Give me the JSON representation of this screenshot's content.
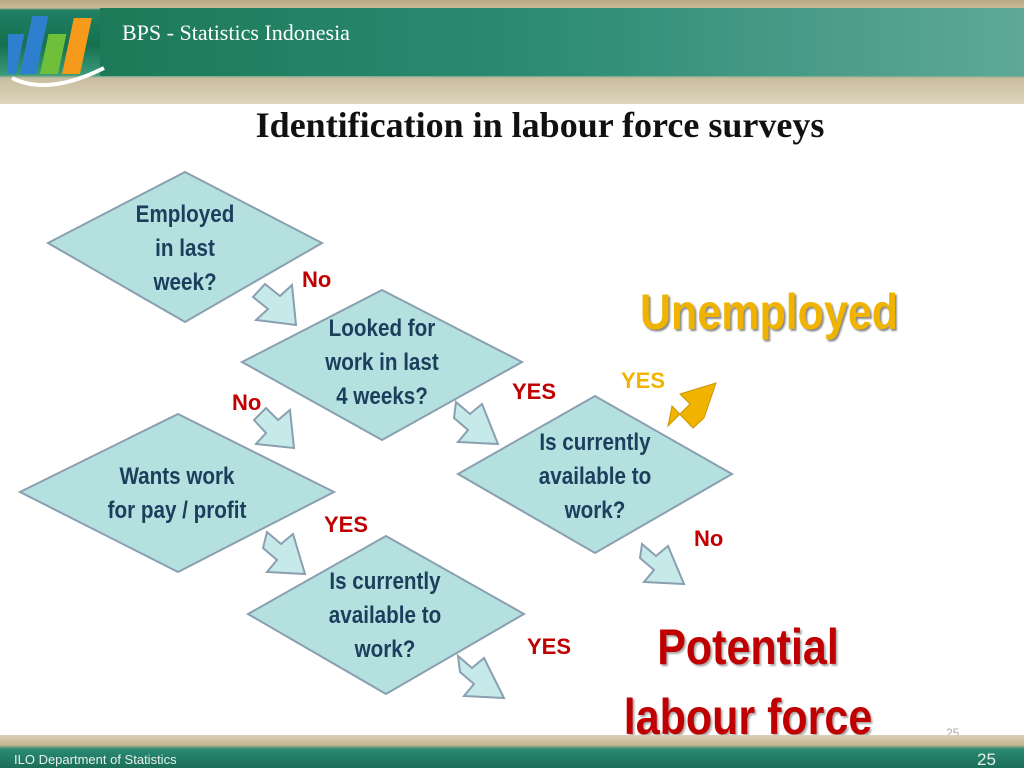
{
  "header": {
    "org_title": "BPS - Statistics Indonesia"
  },
  "slide": {
    "title": "Identification in labour force surveys"
  },
  "diagram": {
    "diamonds": [
      {
        "lines": [
          "Employed",
          "in last",
          "week?"
        ]
      },
      {
        "lines": [
          "Looked for",
          "work in last",
          "4 weeks?"
        ]
      },
      {
        "lines": [
          "Wants work",
          "for pay / profit"
        ]
      },
      {
        "lines": [
          "Is currently",
          "available to",
          "work?"
        ]
      },
      {
        "lines": [
          "Is currently",
          "available to",
          "work?"
        ]
      }
    ],
    "labels": {
      "no_1": "No",
      "no_2": "No",
      "yes_1": "YES",
      "yes_2": "YES",
      "yes_3": "YES",
      "yes_gold": "YES",
      "no_3": "No"
    },
    "outcomes": {
      "unemployed": "Unemployed",
      "potential_line1": "Potential",
      "potential_line2": "labour force"
    }
  },
  "footer": {
    "department": "ILO Department of Statistics",
    "page_number": "25",
    "page_number_small": "25"
  },
  "colors": {
    "diamond_fill": "#b4e0e0",
    "arrow_fill": "#c6eaea",
    "accent_gold": "#f0b400",
    "accent_red": "#c00000"
  }
}
